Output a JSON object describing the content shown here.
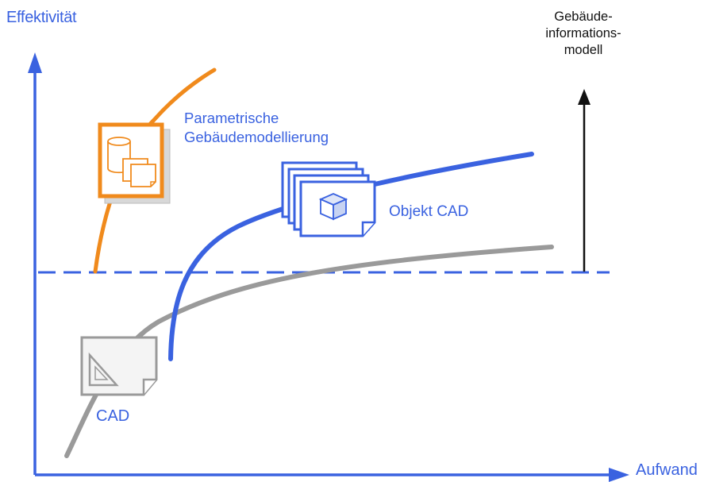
{
  "axes": {
    "y_label": "Effektivität",
    "x_label": "Aufwand"
  },
  "labels": {
    "gebaeude": [
      "Gebäude-",
      "informations-",
      "modell"
    ],
    "parametrische": [
      "Parametrische",
      "Gebäudemodellierung"
    ],
    "objekt_cad": "Objekt CAD",
    "cad": "CAD"
  },
  "colors": {
    "axis_blue": "#3a62e0",
    "orange": "#f08a1c",
    "gray": "#9a9a9a",
    "black": "#111111"
  },
  "icons": {
    "cad": "drafting-triangle-icon",
    "objekt_cad": "cube-icon",
    "parametrische": "database-documents-icon"
  }
}
